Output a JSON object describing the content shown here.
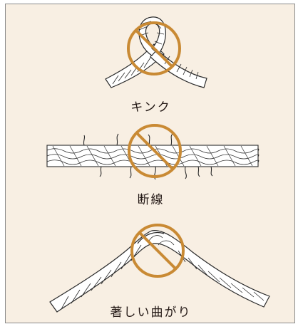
{
  "labels": {
    "kink": "キンク",
    "break": "断線",
    "bend": "著しい曲がり"
  },
  "icons": {
    "prohibition": "no-entry-circle-slash-icon"
  },
  "colors": {
    "panel_bg": "#f8efe3",
    "panel_border": "#8a8a8a",
    "prohibition": "#c98a34",
    "rope_line": "#2b2b2b",
    "text": "#231815"
  }
}
